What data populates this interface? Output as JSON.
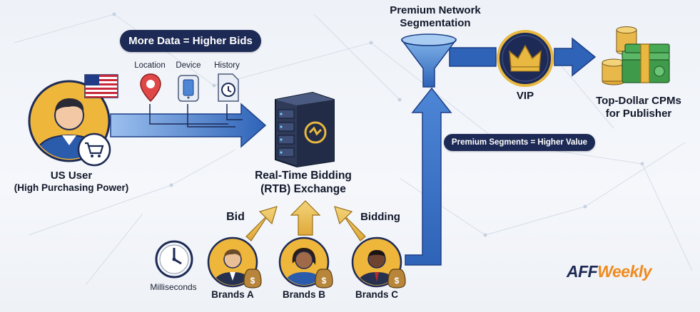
{
  "header": {
    "premium_line1": "Premium Network",
    "premium_line2": "Segmentation"
  },
  "pills": {
    "more_data": "More Data = Higher Bids",
    "premium_segments": "Premium Segments = Higher Value"
  },
  "data_signals": [
    {
      "label": "Location",
      "icon": "location-pin-icon"
    },
    {
      "label": "Device",
      "icon": "phone-icon"
    },
    {
      "label": "History",
      "icon": "history-doc-icon"
    }
  ],
  "user": {
    "line1": "US User",
    "line2": "(High Purchasing Power)",
    "flag_icon": "us-flag-icon",
    "cart_icon": "shopping-cart-icon"
  },
  "exchange": {
    "line1": "Real-Time Bidding",
    "line2": "(RTB) Exchange",
    "icon": "server-icon"
  },
  "bid_labels": {
    "left": "Bid",
    "right": "Bidding"
  },
  "brands": [
    {
      "label": "Brands A"
    },
    {
      "label": "Brands B"
    },
    {
      "label": "Brands C"
    }
  ],
  "clock": {
    "label": "Milliseconds",
    "icon": "clock-icon"
  },
  "vip": {
    "label": "VIP",
    "icon": "crown-icon"
  },
  "outcome": {
    "line1": "Top-Dollar CPMs",
    "line2": "for Publisher",
    "icon": "money-stack-icon"
  },
  "logo": {
    "text": "AFFWeekly"
  },
  "colors": {
    "navy": "#1d2a55",
    "arrow_blue": "#2e63b8",
    "gold": "#e8b840",
    "green_money": "#3f9a4a"
  }
}
